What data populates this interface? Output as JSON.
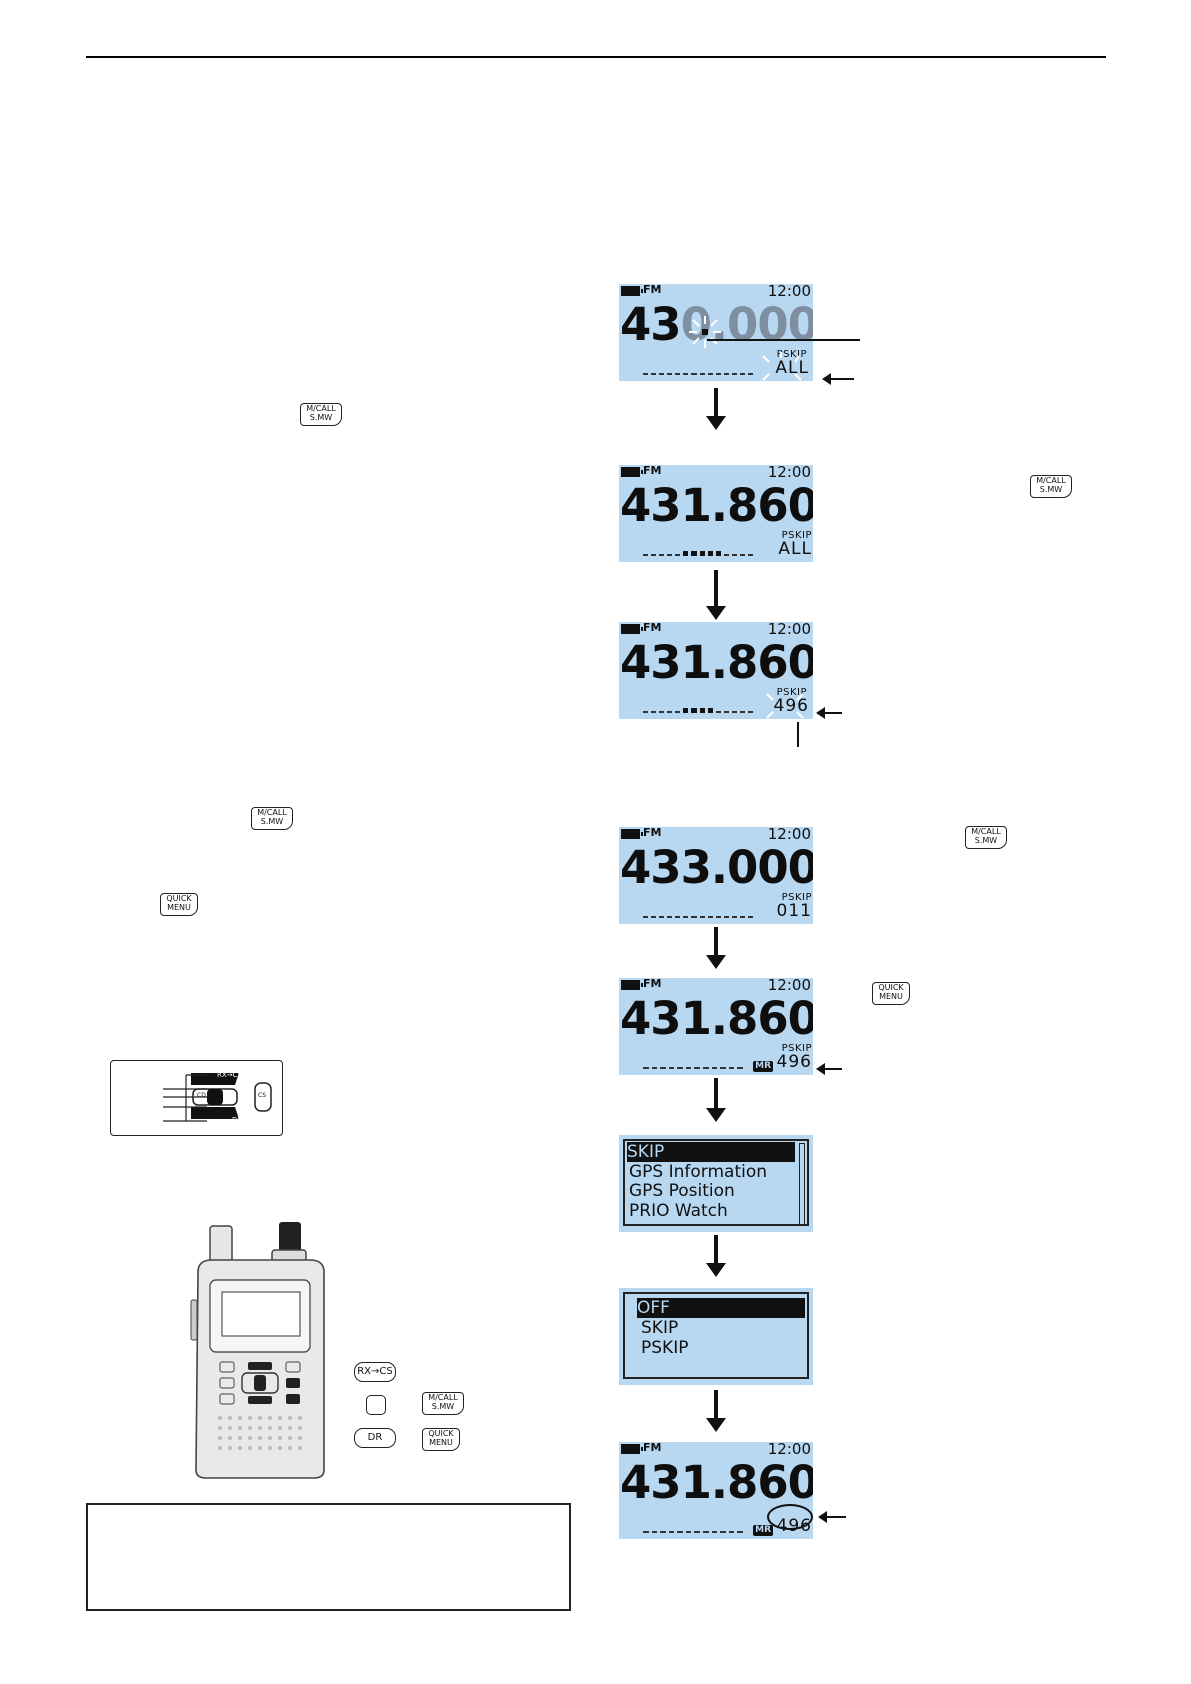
{
  "colors": {
    "lcd_bg": "#b8d8f2",
    "ink": "#111111"
  },
  "screens": [
    {
      "mode": "FM",
      "time": "12:00",
      "freq_prefix": "43",
      "freq_ghost": "0.000",
      "label": "PSKIP",
      "value": "ALL"
    },
    {
      "mode": "FM",
      "time": "12:00",
      "freq": "431.860",
      "label": "PSKIP",
      "value": "ALL"
    },
    {
      "mode": "FM",
      "time": "12:00",
      "freq": "431.860",
      "label": "PSKIP",
      "value": "496"
    },
    {
      "mode": "FM",
      "time": "12:00",
      "freq": "433.000",
      "label": "PSKIP",
      "value": "011"
    },
    {
      "mode": "FM",
      "time": "12:00",
      "freq": "431.860",
      "badge": "MR",
      "label": "PSKIP",
      "value": "496"
    },
    {
      "mode": "FM",
      "time": "12:00",
      "freq": "431.860",
      "badge": "MR",
      "value": "496"
    }
  ],
  "menu1": [
    "SKIP",
    "GPS Information",
    "GPS Position",
    "PRIO Watch"
  ],
  "menu2": [
    "OFF",
    "SKIP",
    "PSKIP"
  ],
  "keys": {
    "mcall_top": "M/CALL",
    "mcall_bottom": "S.MW",
    "quick_top": "QUICK",
    "quick_bottom": "MENU",
    "rxcs": "RX→CS",
    "dr": "DR",
    "cs": "CS",
    "cd": "CD"
  }
}
